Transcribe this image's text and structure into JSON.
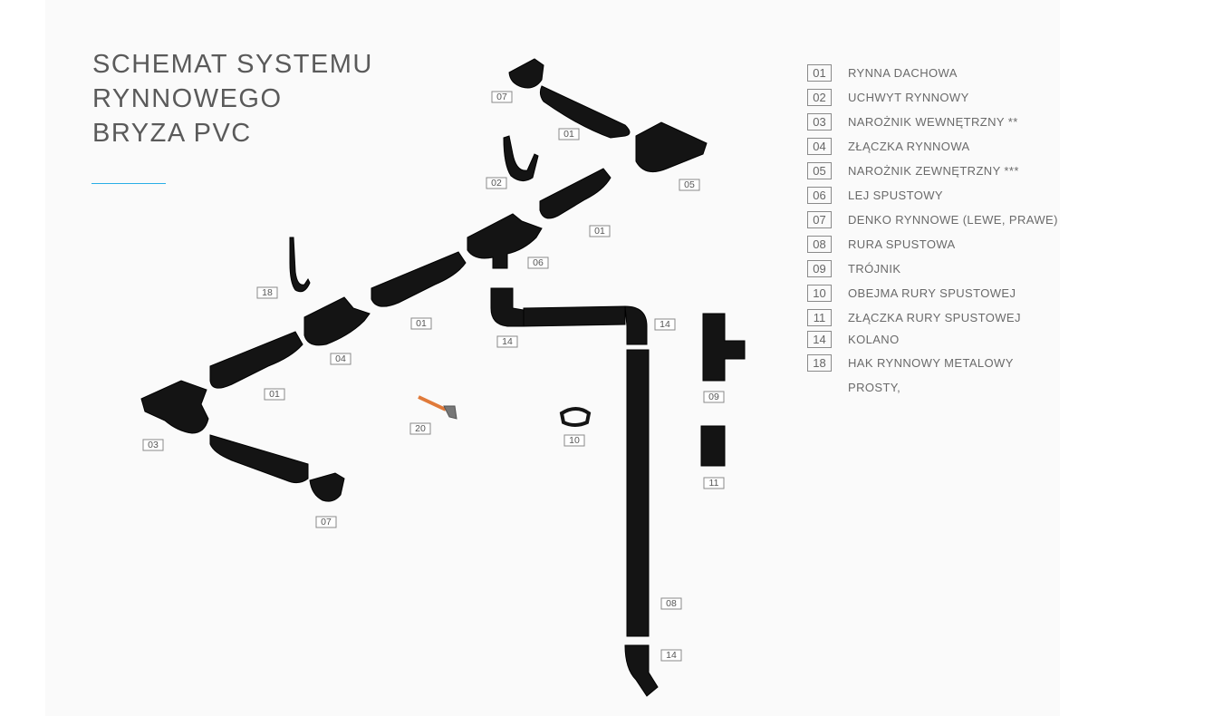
{
  "title": "SCHEMAT SYSTEMU\nRYNNOWEGO\nBRYZA PVC",
  "colors": {
    "accent": "#29aee6",
    "part": "#141414",
    "hook_handle": "#e07a3a"
  },
  "legend": [
    {
      "num": "01",
      "label": "RYNNA DACHOWA"
    },
    {
      "num": "02",
      "label": "UCHWYT RYNNOWY"
    },
    {
      "num": "03",
      "label": "NAROŻNIK WEWNĘTRZNY **"
    },
    {
      "num": "04",
      "label": "ZŁĄCZKA RYNNOWA"
    },
    {
      "num": "05",
      "label": "NAROŻNIK ZEWNĘTRZNY ***"
    },
    {
      "num": "06",
      "label": "LEJ SPUSTOWY"
    },
    {
      "num": "07",
      "label": "DENKO RYNNOWE (LEWE, PRAWE)"
    },
    {
      "num": "08",
      "label": "RURA SPUSTOWA"
    },
    {
      "num": "09",
      "label": "TRÓJNIK"
    },
    {
      "num": "10",
      "label": "OBEJMA RURY SPUSTOWEJ"
    },
    {
      "num": "11",
      "label": "ZŁĄCZKA RURY SPUSTOWEJ"
    },
    {
      "num": "14",
      "label": "KOLANO"
    },
    {
      "num": "18",
      "label": "HAK RYNNOWY METALOWY"
    }
  ],
  "legend_continuation": "PROSTY,",
  "diagram_labels": [
    "07",
    "01",
    "02",
    "05",
    "01",
    "06",
    "18",
    "01",
    "04",
    "01",
    "14",
    "14",
    "09",
    "03",
    "20",
    "10",
    "11",
    "07",
    "08",
    "14"
  ]
}
